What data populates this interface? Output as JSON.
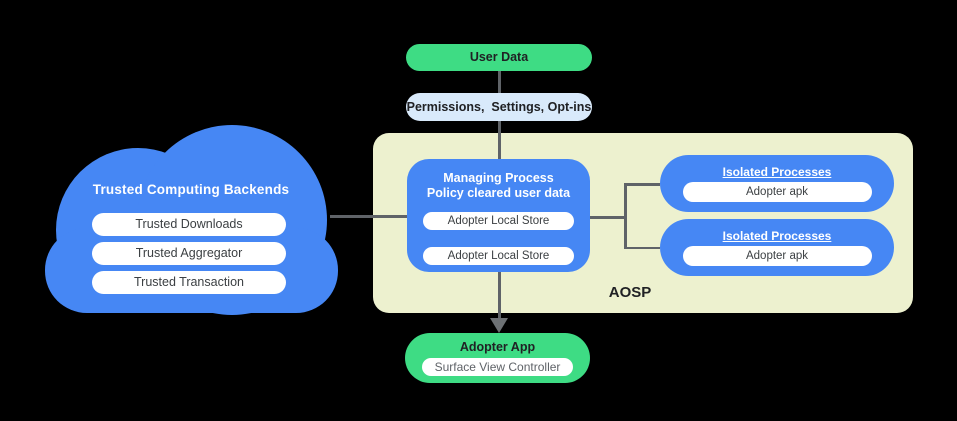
{
  "colors": {
    "background": "#000000",
    "primary_blue": "#4687f4",
    "android_green": "#3edc84",
    "light_blue": "#d9eafb",
    "aosp_background": "#edf1cf",
    "connector_gray": "#5f6368",
    "dark_text": "#202124",
    "pill_text": "#3c4043",
    "muted_text": "#5f6368"
  },
  "cloud": {
    "title": "Trusted Computing Backends",
    "pills": [
      "Trusted Downloads",
      "Trusted Aggregator",
      "Trusted Transaction"
    ]
  },
  "flow": {
    "user_data": "User Data",
    "permissions": "Permissions,  Settings, Opt-ins"
  },
  "aosp": {
    "label": "AOSP",
    "managing": {
      "title_line1": "Managing Process",
      "title_line2": "Policy cleared user data",
      "pills": [
        "Adopter Local Store",
        "Adopter Local Store"
      ]
    },
    "isolated": [
      {
        "title": "Isolated Processes",
        "pill": "Adopter apk"
      },
      {
        "title": "Isolated Processes",
        "pill": "Adopter apk"
      }
    ]
  },
  "adopter_app": {
    "title": "Adopter App",
    "pill": "Surface View Controller"
  }
}
